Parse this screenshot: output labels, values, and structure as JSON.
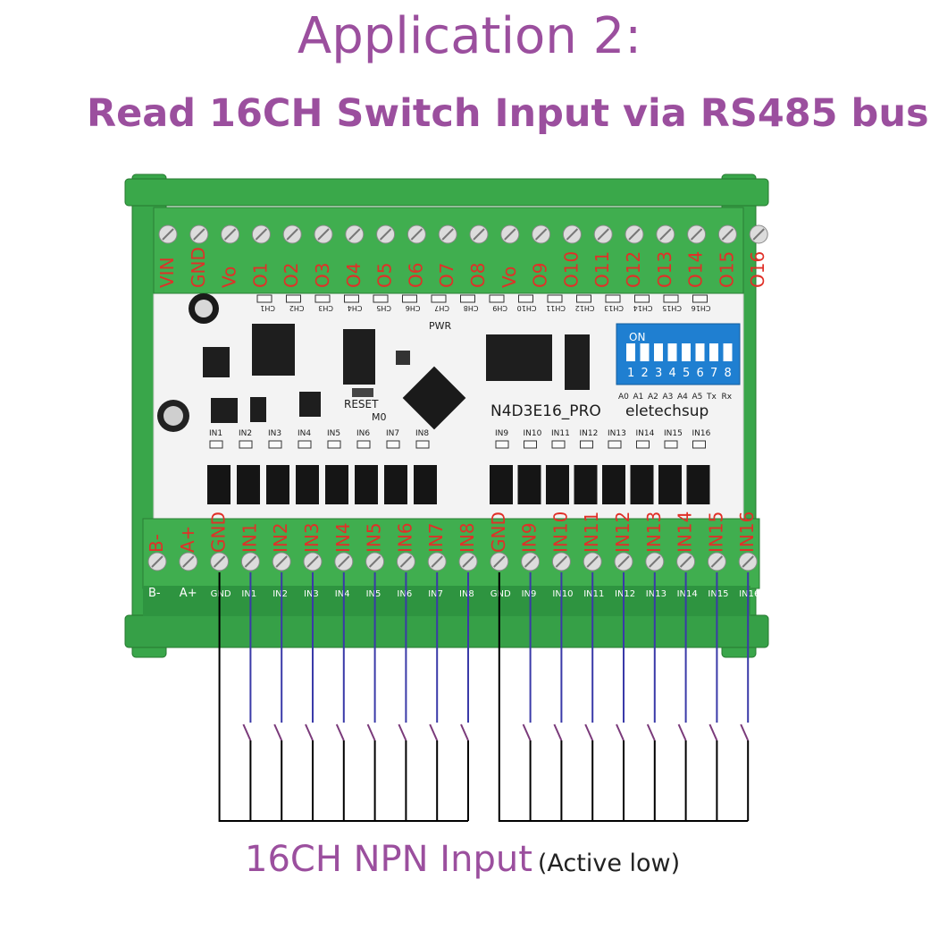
{
  "heading": {
    "title": "Application 2:",
    "subtitle": "Read 16CH Switch Input via RS485 bus"
  },
  "caption": {
    "main": "16CH NPN Input",
    "note": "(Active low)"
  },
  "colors": {
    "title": "#9b4f9e",
    "terminal_green": "#3aa84a",
    "pcb": "#f4f4f4",
    "label_red": "#e03028",
    "wire_blue": "#3a3aa8",
    "wire_black": "#000000"
  },
  "top_terminals": [
    "VIN",
    "GND",
    "Vo",
    "O1",
    "O2",
    "O3",
    "O4",
    "O5",
    "O6",
    "O7",
    "O8",
    "Vo",
    "O9",
    "O10",
    "O11",
    "O12",
    "O13",
    "O14",
    "O15",
    "O16"
  ],
  "bottom_terminals": [
    "B-",
    "A+",
    "GND",
    "IN1",
    "IN2",
    "IN3",
    "IN4",
    "IN5",
    "IN6",
    "IN7",
    "IN8",
    "GND",
    "IN9",
    "IN10",
    "IN11",
    "IN12",
    "IN13",
    "IN14",
    "IN15",
    "IN16"
  ],
  "bottom_silk": [
    "B-",
    "A+",
    "GND",
    "IN1",
    "IN2",
    "IN3",
    "IN4",
    "IN5",
    "IN6",
    "IN7",
    "IN8",
    "GND",
    "IN9",
    "IN10",
    "IN11",
    "IN12",
    "IN13",
    "IN14",
    "IN15",
    "IN16"
  ],
  "led_labels_top": [
    "CH1",
    "CH2",
    "CH3",
    "CH4",
    "CH5",
    "CH6",
    "CH7",
    "CH8",
    "CH9",
    "CH10",
    "CH11",
    "CH12",
    "CH13",
    "CH14",
    "CH15",
    "CH16"
  ],
  "input_led_labels": [
    "IN1",
    "IN2",
    "IN3",
    "IN4",
    "IN5",
    "IN6",
    "IN7",
    "IN8",
    "IN9",
    "IN10",
    "IN11",
    "IN12",
    "IN13",
    "IN14",
    "IN15",
    "IN16"
  ],
  "board": {
    "model": "N4D3E16_PRO",
    "brand": "eletechsup",
    "reset": "RESET",
    "pwr": "PWR",
    "mode": "M0",
    "dip_on": "ON",
    "dip_numbers": [
      "1",
      "2",
      "3",
      "4",
      "5",
      "6",
      "7",
      "8"
    ],
    "addr_labels": [
      "A0",
      "A1",
      "A2",
      "A3",
      "A4",
      "A5",
      "Tx",
      "Rx"
    ]
  }
}
